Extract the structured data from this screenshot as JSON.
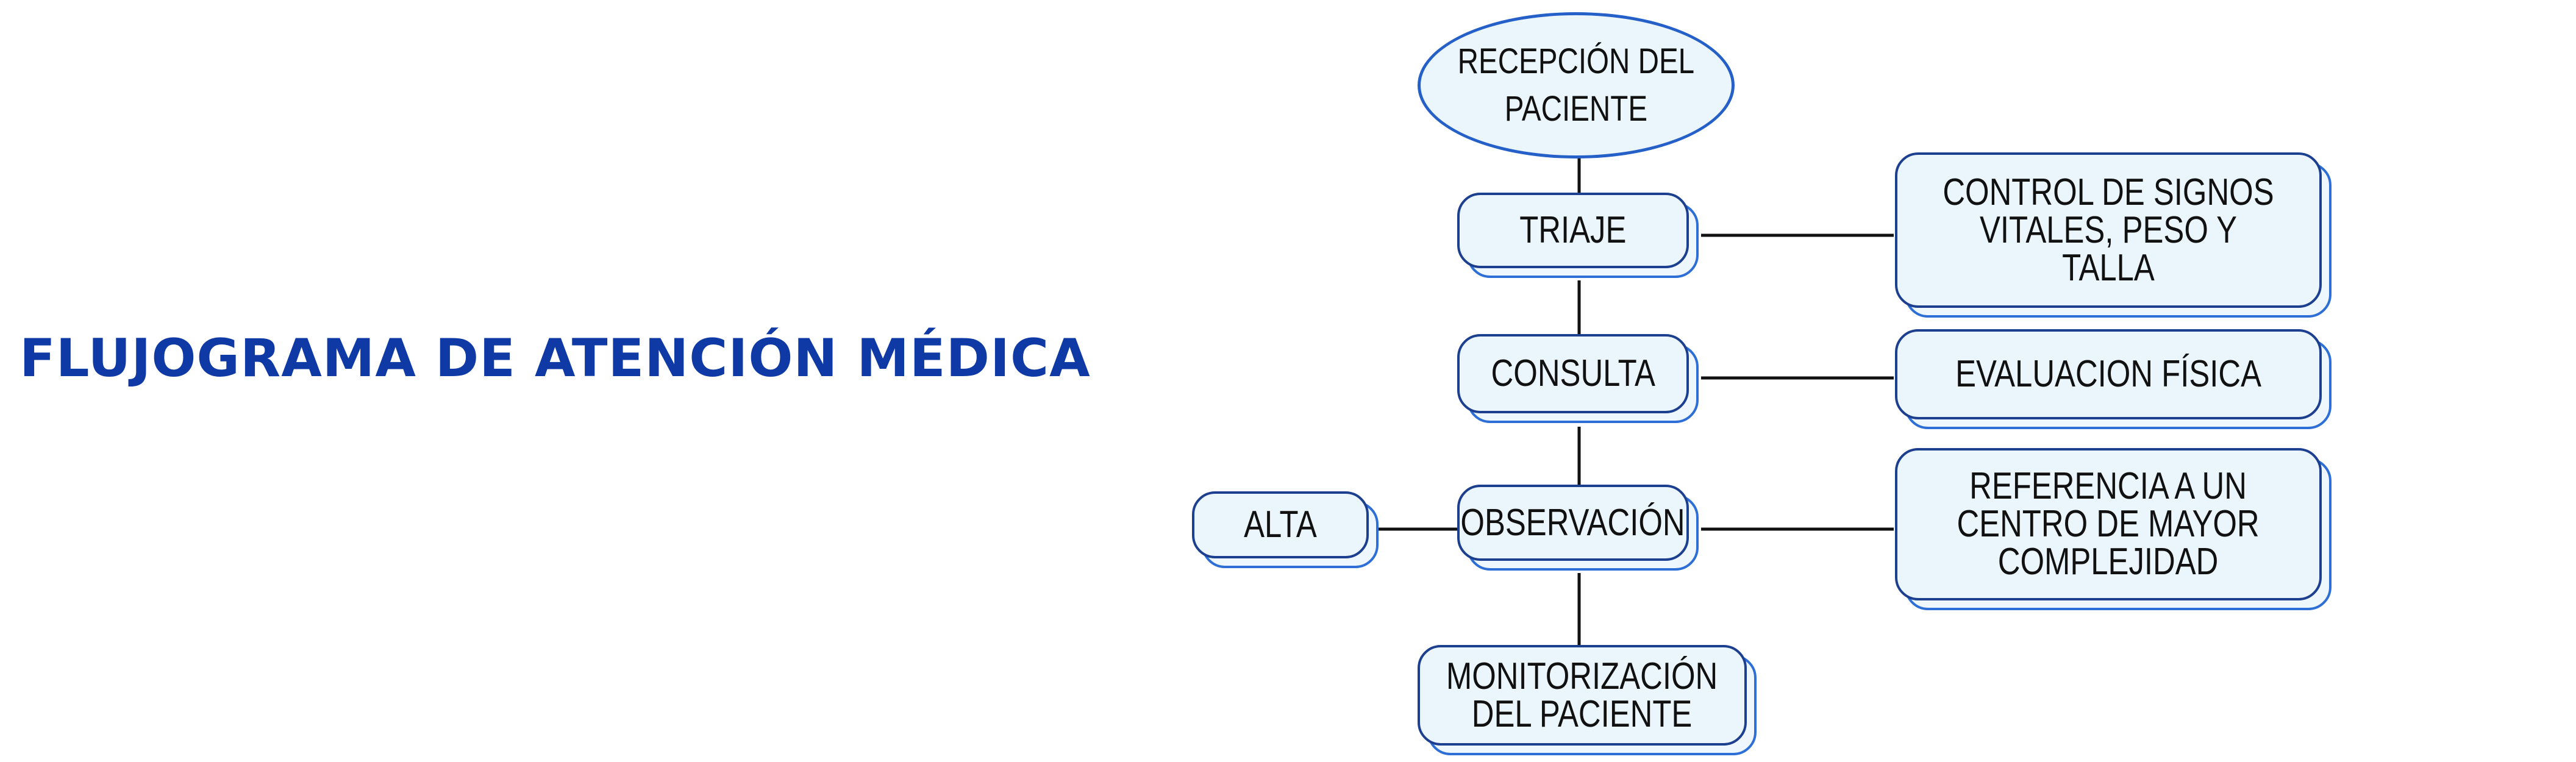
{
  "title": "FLUJOGRAMA DE ATENCIÓN MÉDICA",
  "colors": {
    "title": "#0f3aa6",
    "node_fill": "#eaf5fc",
    "node_border": "#1c3f8f",
    "node_shadow_border": "#2d6fd6",
    "connector": "#111111"
  },
  "nodes": {
    "reception": "RECEPCIÓN DEL\nPACIENTE",
    "triage": "TRIAJE",
    "consultation": "CONSULTA",
    "observation": "OBSERVACIÓN",
    "discharge": "ALTA",
    "monitoring": "MONITORIZACIÓN\nDEL PACIENTE",
    "vital_signs": "CONTROL DE SIGNOS\nVITALES, PESO Y TALLA",
    "physical_eval": "EVALUACION FÍSICA",
    "referral": "REFERENCIA A UN\nCENTRO DE MAYOR\nCOMPLEJIDAD"
  }
}
